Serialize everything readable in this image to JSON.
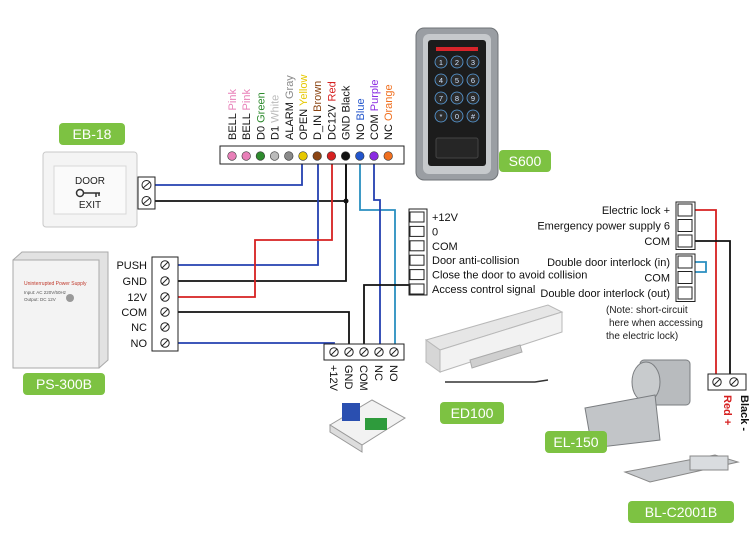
{
  "devices": {
    "eb18": "EB-18",
    "s600": "S600",
    "ps300b": "PS-300B",
    "ed100": "ED100",
    "el150": "EL-150",
    "blc2001b": "BL-C2001B"
  },
  "reader_pins": [
    {
      "label": "BELL",
      "color_name": "Pink",
      "color": "#e87fb8"
    },
    {
      "label": "BELL",
      "color_name": "Pink",
      "color": "#e87fb8"
    },
    {
      "label": "D0",
      "color_name": "Green",
      "color": "#2e8b2e"
    },
    {
      "label": "D1",
      "color_name": "White",
      "color": "#bbbbbb"
    },
    {
      "label": "ALARM",
      "color_name": "Gray",
      "color": "#8a8a8a"
    },
    {
      "label": "OPEN",
      "color_name": "Yellow",
      "color": "#e6c800"
    },
    {
      "label": "D_IN",
      "color_name": "Brown",
      "color": "#8b4513"
    },
    {
      "label": "DC12V",
      "color_name": "Red",
      "color": "#d62020"
    },
    {
      "label": "GND",
      "color_name": "Black",
      "color": "#111111"
    },
    {
      "label": "NO",
      "color_name": "Blue",
      "color": "#2255cc"
    },
    {
      "label": "COM",
      "color_name": "Purple",
      "color": "#8a2be2"
    },
    {
      "label": "NC",
      "color_name": "Orange",
      "color": "#f07020"
    }
  ],
  "psu_terminals": [
    "PUSH",
    "GND",
    "12V",
    "COM",
    "NC",
    "NO"
  ],
  "psu_front": {
    "line1": "Uninterrupted Power Supply",
    "line2": "Input: AC 220V/50Hz",
    "line3": "Output: DC 12V"
  },
  "exit_button": {
    "line1": "DOOR",
    "line2": "EXIT"
  },
  "relay_terminals": [
    "+12V",
    "GND",
    "COM",
    "NC",
    "NO"
  ],
  "ed100_terminals": [
    "+12V",
    "0",
    "COM",
    "Door anti-collision",
    "Close the door to avoid collision",
    "Access control signal"
  ],
  "lock_terminals_top": [
    "Electric lock +",
    "Emergency power supply 6",
    "COM"
  ],
  "lock_terminals_mid": [
    "Double door interlock (in)",
    "COM",
    "Double door interlock (out)"
  ],
  "note": [
    "(Note: short-circuit",
    "here when accessing",
    "the electric lock)"
  ],
  "bl_wires": [
    "Black -",
    "Red +"
  ],
  "colors": {
    "tag_green": "#7dc242",
    "wire_blue": "#2440b0",
    "wire_red": "#d62020",
    "wire_black": "#111111",
    "wire_teal": "#2a8fc0"
  }
}
